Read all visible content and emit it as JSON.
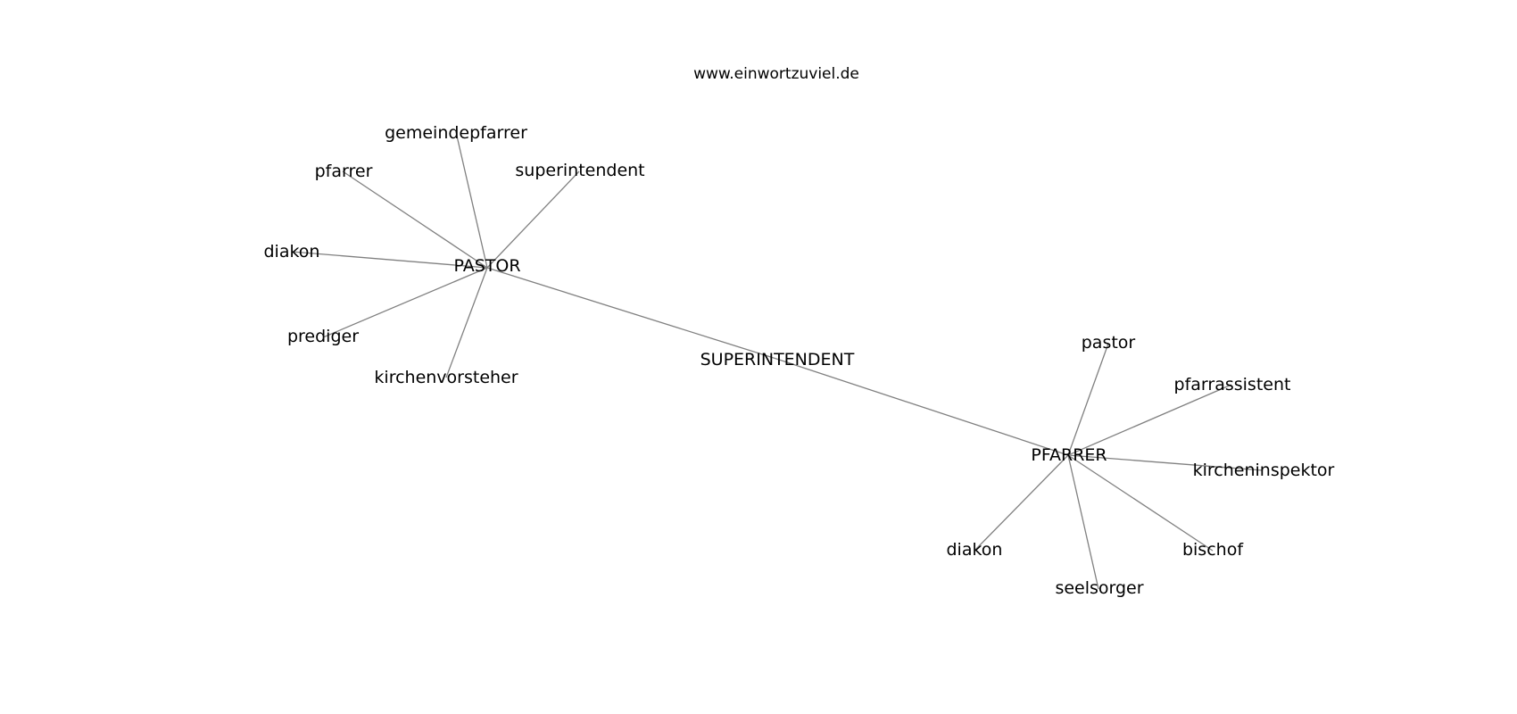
{
  "watermark": "www.einwortzuviel.de",
  "graph": {
    "center": "SUPERINTENDENT",
    "hubs": [
      {
        "label": "PASTOR",
        "neighbors": [
          "gemeindepfarrer",
          "superintendent",
          "pfarrer",
          "diakon",
          "prediger",
          "kirchenvorsteher"
        ]
      },
      {
        "label": "PFARRER",
        "neighbors": [
          "pastor",
          "pfarrassistent",
          "kircheninspektor",
          "diakon",
          "bischof",
          "seelsorger"
        ]
      }
    ]
  }
}
